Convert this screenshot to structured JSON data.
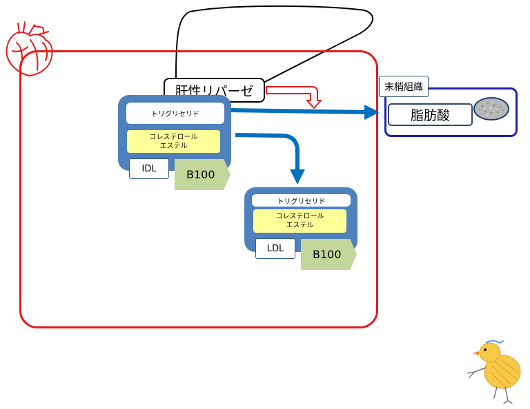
{
  "enzyme": {
    "label": "肝性リパーゼ"
  },
  "tissue": {
    "label": "末梢組織",
    "product": "脂肪酸"
  },
  "idl": {
    "triglyceride": "トリグリセリド",
    "cholesterol_ester": [
      "コレステロール",
      "エステル"
    ],
    "type": "IDL",
    "apoprotein": "B100"
  },
  "ldl": {
    "triglyceride": "トリグリセリド",
    "cholesterol_ester": [
      "コレステロール",
      "エステル"
    ],
    "type": "LDL",
    "apoprotein": "B100"
  },
  "colors": {
    "blood_vessel": "#e31a1c",
    "lipoprotein": "#4f81bd",
    "cholesterol_ester_fill": "#ffff99",
    "apoprotein_fill": "#c3d69b",
    "flow_arrow": "#0070c0",
    "tissue_border": "#1f1fb4"
  },
  "icons": [
    "heart-icon",
    "fat-droplet-icon",
    "chick-icon"
  ]
}
